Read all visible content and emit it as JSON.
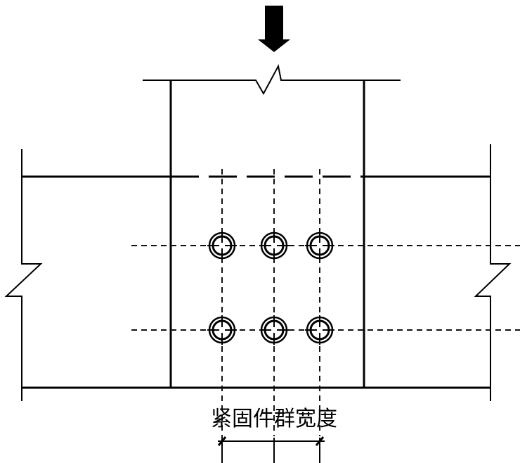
{
  "diagram": {
    "title_label": "紧固件群宽度",
    "load_arrow": "downward-load-arrow",
    "fastener_rows": 2,
    "fastener_columns": 3,
    "colors": {
      "line": "#000000",
      "background": "#ffffff"
    }
  }
}
